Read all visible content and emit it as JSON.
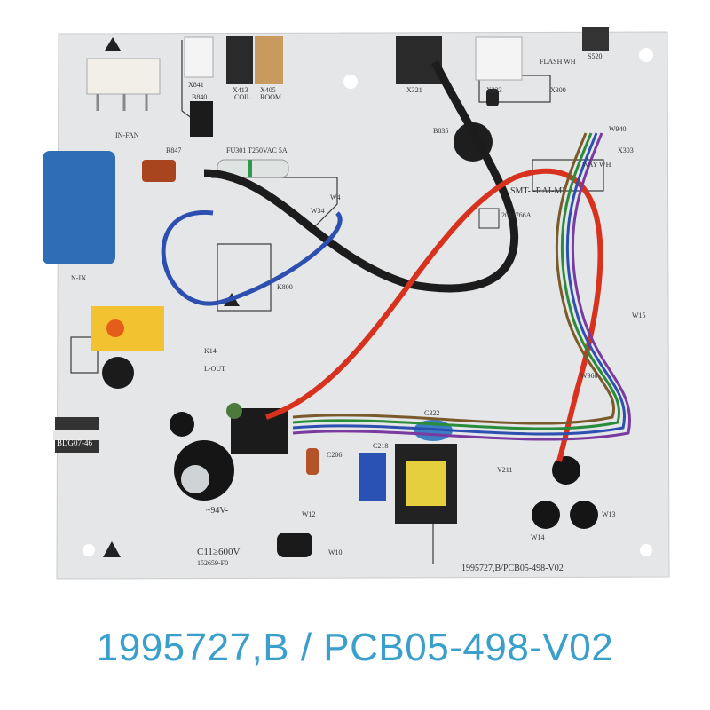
{
  "caption": "1995727,B / PCB05-498-V02",
  "colors": {
    "caption": "#3a9fcb",
    "board": "#e4e6e8",
    "capacitor_blue": "#2f6db6",
    "wire_red": "#d8321f",
    "wire_blue": "#2c4fb0",
    "wire_black": "#1c1c1c"
  },
  "board_labels": {
    "in_fan": "IN-FAN",
    "x841": "X841",
    "x413": "X413",
    "coil": "COIL",
    "x405": "X405",
    "room": "ROOM",
    "x321": "X321",
    "x323": "X323",
    "flash_wh": "FLASH WH",
    "x300": "X300",
    "s520": "S520",
    "b840": "B840",
    "b835": "B835",
    "r847": "R847",
    "fuse": "FU301 T250VAC 5A",
    "w940": "W940",
    "x303": "X303",
    "way_wh": "WAY WH",
    "smt": "SMT-      -RAI-MI",
    "qr_code": "2011766A",
    "w4": "W4",
    "w34": "W34",
    "n_in": "N-IN",
    "l_out": "L-OUT",
    "k14": "K14",
    "k800": "K800",
    "transformer_label": "BDG07-46",
    "voltage": "~94V-",
    "c11": "C11≥600V",
    "part_no": "152659-F0",
    "board_id": "1995727,B/PCB05-498-V02",
    "w12": "W12",
    "w10": "W10",
    "w14": "W14",
    "w13": "W13",
    "c322": "C322",
    "c218": "C218",
    "c206": "C206",
    "v211": "V211",
    "w15": "W15",
    "w960": "W960"
  }
}
